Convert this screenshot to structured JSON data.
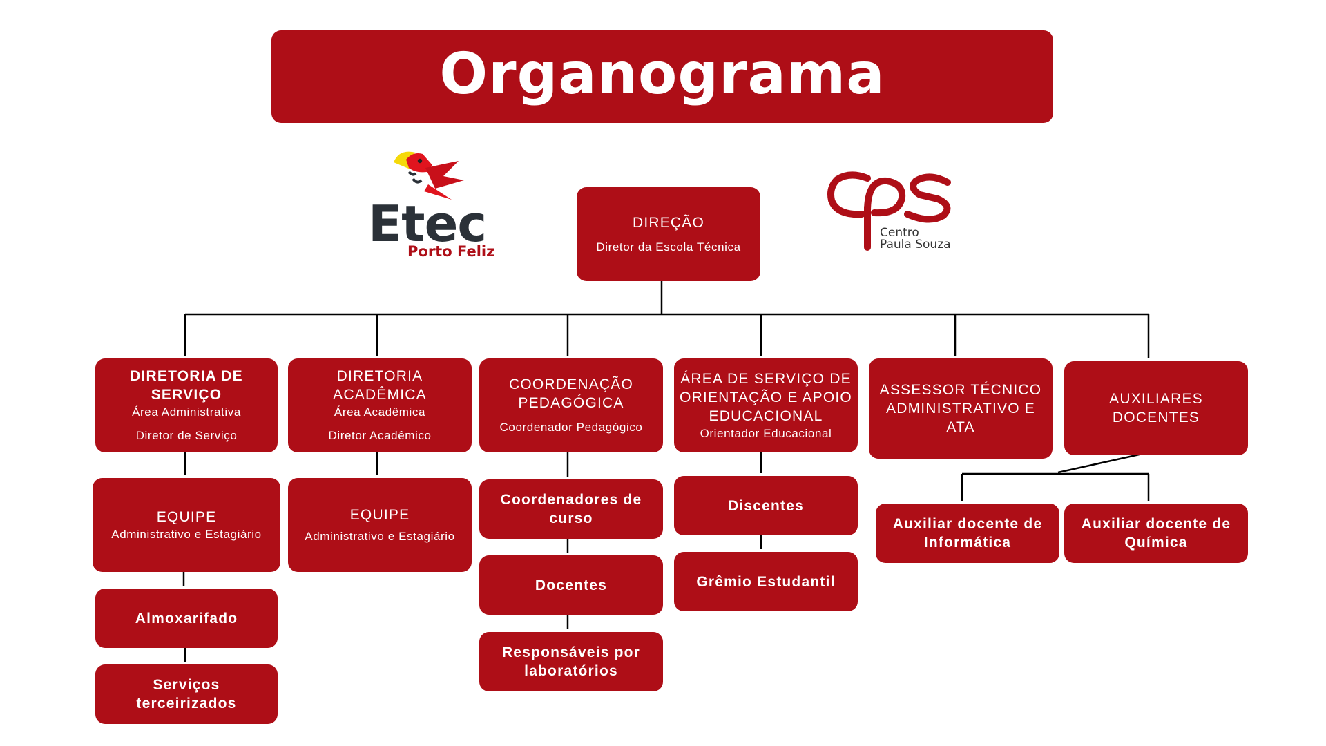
{
  "title": "Organograma",
  "logos": {
    "etec": {
      "name": "Etec",
      "subtitle": "Porto Feliz"
    },
    "cps": {
      "name_line1": "Centro",
      "name_line2": "Paula Souza"
    }
  },
  "colors": {
    "box": "#ae0e17",
    "text": "#ffffff",
    "line": "#000000"
  },
  "top": {
    "title": "DIREÇÃO",
    "subtitle": "Diretor da Escola Técnica"
  },
  "columns": [
    {
      "head": {
        "title_l1": "DIRETORIA DE",
        "title_l2": "SERVIÇO",
        "sub1": "Área Administrativa",
        "sub2": "Diretor de Serviço"
      },
      "children": [
        {
          "title": "EQUIPE",
          "subtitle": "Administrativo e Estagiário"
        },
        {
          "title": "Almoxarifado"
        },
        {
          "title": "Serviços terceirizados"
        }
      ]
    },
    {
      "head": {
        "title_l1": "DIRETORIA",
        "title_l2": "ACADÊMICA",
        "sub1": "Área Acadêmica",
        "sub2": "Diretor Acadêmico"
      },
      "children": [
        {
          "title": "EQUIPE",
          "subtitle": "Administrativo e Estagiário"
        }
      ]
    },
    {
      "head": {
        "title_l1": "COORDENAÇÃO",
        "title_l2": "PEDAGÓGICA",
        "sub1": "Coordenador Pedagógico"
      },
      "children": [
        {
          "title_l1": "Coordenadores de",
          "title_l2": "curso"
        },
        {
          "title": "Docentes"
        },
        {
          "title_l1": "Responsáveis por",
          "title_l2": "laboratórios"
        }
      ]
    },
    {
      "head": {
        "title_l1": "ÁREA DE SERVIÇO DE",
        "title_l2": "ORIENTAÇÃO E APOIO",
        "title_l3": "EDUCACIONAL",
        "sub1": "Orientador Educacional"
      },
      "children": [
        {
          "title": "Discentes"
        },
        {
          "title": "Grêmio Estudantil"
        }
      ]
    },
    {
      "head": {
        "title_l1": "ASSESSOR TÉCNICO",
        "title_l2": "ADMINISTRATIVO E",
        "title_l3": "ATA"
      },
      "children": []
    },
    {
      "head": {
        "title_l1": "AUXILIARES DOCENTES"
      },
      "children": [
        {
          "title_l1": "Auxiliar docente de",
          "title_l2": "Informática"
        },
        {
          "title_l1": "Auxiliar docente de",
          "title_l2": "Química"
        }
      ]
    }
  ]
}
